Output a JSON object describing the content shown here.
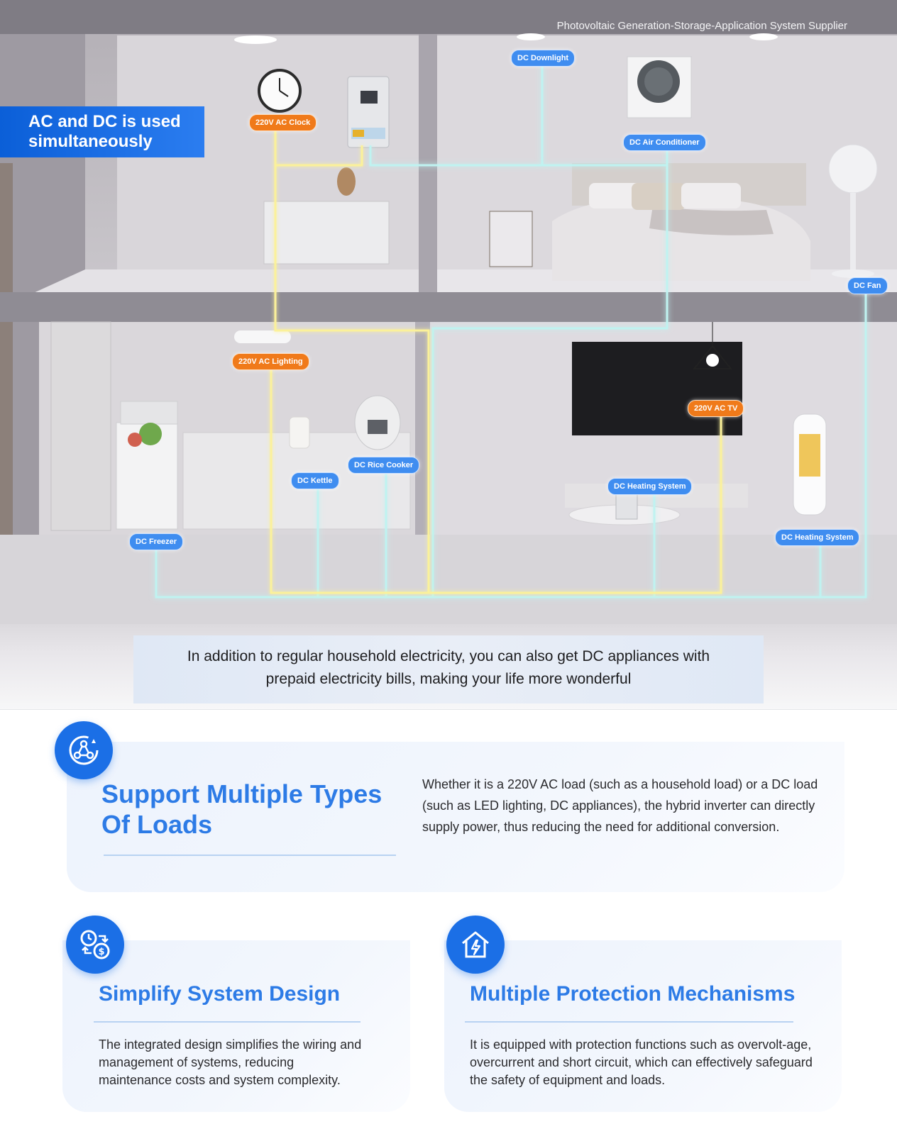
{
  "hero": {
    "supplier_text": "Photovoltaic Generation-Storage-Application System Supplier",
    "banner_line1": "AC and DC is used",
    "banner_line2": "simultaneously",
    "labels": {
      "ac_clock": "220V AC Clock",
      "dc_downlight": "DC Downlight",
      "dc_air_conditioner": "DC Air Conditioner",
      "dc_fan": "DC Fan",
      "ac_lighting": "220V AC Lighting",
      "dc_rice_cooker": "DC Rice Cooker",
      "dc_kettle": "DC Kettle",
      "dc_freezer": "DC Freezer",
      "ac_tv": "220V AC TV",
      "dc_heating_1": "DC Heating System",
      "dc_heating_2": "DC Heating System"
    },
    "colors": {
      "ac_wire": "#f7e86a",
      "dc_wire": "#7fe7e6",
      "ac_tag": "#f07a1a",
      "dc_tag": "#3f8df0"
    },
    "caption_line1": "In addition to regular household electricity, you can also get DC appliances with",
    "caption_line2": "prepaid electricity bills, making your life more wonderful"
  },
  "features": [
    {
      "icon": "load-network-icon",
      "title_line1": "Support Multiple Types",
      "title_line2": "Of Loads",
      "body": "Whether it is a 220V AC load (such as a household load) or a DC load (such as LED lighting, DC appliances), the hybrid inverter can directly supply power, thus reducing the need for additional conversion."
    },
    {
      "icon": "clock-dollar-exchange-icon",
      "title": "Simplify System Design",
      "body": "The integrated design simplifies the wiring and management of systems, reducing maintenance costs and system complexity."
    },
    {
      "icon": "house-shield-bolt-icon",
      "title": "Multiple Protection Mechanisms",
      "body": "It is equipped with protection functions such as overvolt-age, overcurrent and short circuit, which can effectively safeguard the safety of equipment and loads."
    }
  ]
}
